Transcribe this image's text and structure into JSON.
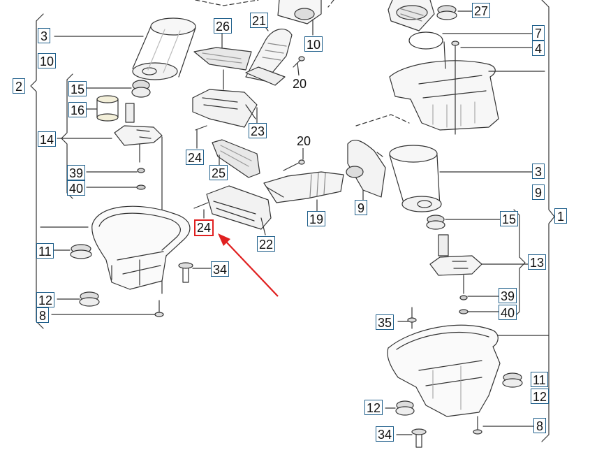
{
  "colors": {
    "line": "#333333",
    "callout_border": "#1f5f8b",
    "highlight": "#e02020"
  },
  "callouts": {
    "c1": "1",
    "c2": "2",
    "c3a": "3",
    "c3b": "3",
    "c4": "4",
    "c7": "7",
    "c8a": "8",
    "c8b": "8",
    "c9a": "9",
    "c9b": "9",
    "c10a": "10",
    "c10b": "10",
    "c11a": "11",
    "c11b": "11",
    "c12a": "12",
    "c12b": "12",
    "c12c": "12",
    "c13": "13",
    "c14": "14",
    "c15a": "15",
    "c15b": "15",
    "c16": "16",
    "c19": "19",
    "c20a": "20",
    "c20b": "20",
    "c21": "21",
    "c22": "22",
    "c23": "23",
    "c24a": "24",
    "c24b": "24",
    "c25": "25",
    "c26": "26",
    "c27": "27",
    "c34a": "34",
    "c34b": "34",
    "c35": "35",
    "c39a": "39",
    "c39b": "39",
    "c40a": "40",
    "c40b": "40"
  },
  "highlight": {
    "part": "24"
  }
}
